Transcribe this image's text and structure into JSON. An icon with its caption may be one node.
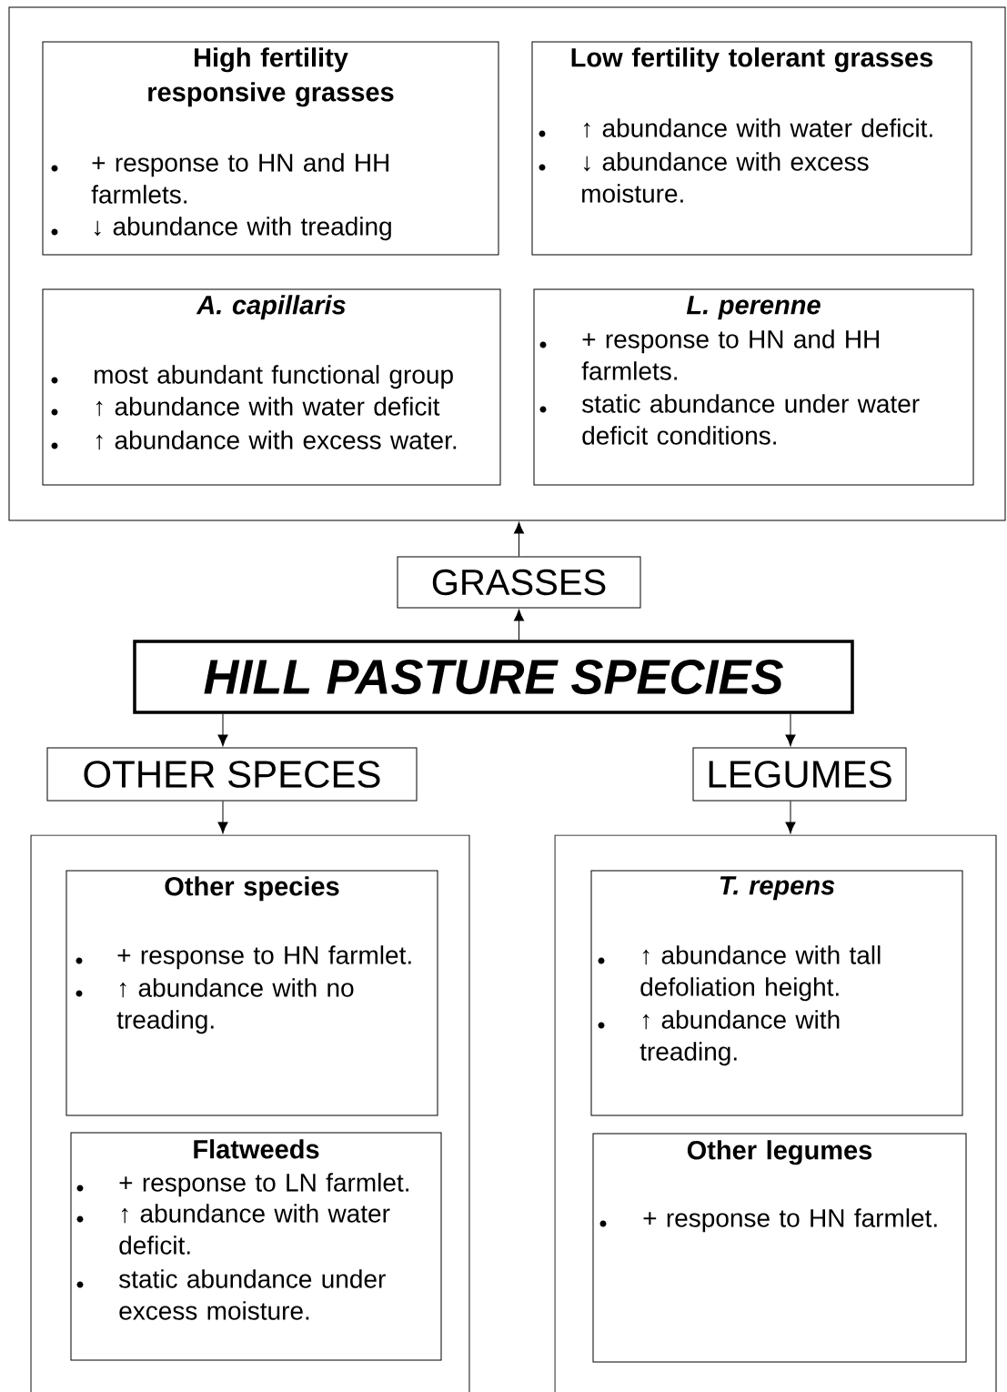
{
  "diagram": {
    "nodes": [
      {
        "text": [],
        "shape": "box"
      },
      {
        "text": [
          "High fertility responsive grasses",
          "+ response to HN and HH farmlets.",
          "↓ abundance with treading"
        ],
        "in": 0
      },
      {
        "text": [
          "Low fertility tolerant grasses",
          "↑ abundance with water deficit.",
          "↓ abundance with excess moisture."
        ],
        "in": 0
      },
      {
        "text": [
          "A. capillaris",
          "most abundant functional group",
          "↑ abundance with water deficit",
          "↑ abundance with excess water."
        ],
        "in": 0
      },
      {
        "text": [
          "L. perenne",
          "+ response to HN and HH farmlets.",
          "static abundance under water deficit conditions."
        ],
        "in": 0
      },
      {
        "text": [
          "GRASSES"
        ]
      },
      {
        "text": [
          "HILL PASTURE SPECIES"
        ]
      },
      {
        "text": [
          "OTHER SPECES"
        ]
      },
      {
        "text": [
          "LEGUMES"
        ]
      },
      {
        "text": [],
        "shape": "box"
      },
      {
        "text": [
          "Other species",
          "+ response to HN farmlet.",
          "↑ abundance with no treading."
        ],
        "in": 9
      },
      {
        "text": [
          "Flatweeds",
          "+ response to LN farmlet.",
          "↑ abundance with water deficit.",
          "static abundance under excess moisture."
        ],
        "in": 9
      },
      {
        "text": [],
        "shape": "box"
      },
      {
        "text": [
          "T.  repens",
          "↑ abundance with tall defoliation height.",
          "↑ abundance with treading."
        ],
        "in": 12
      },
      {
        "text": [
          "Other legumes",
          "+ response to HN farmlet."
        ],
        "in": 12
      }
    ],
    "edges": [
      {
        "from": 6,
        "to": 5,
        "arrow": "to"
      },
      {
        "from": 5,
        "to": 0,
        "arrow": "to"
      },
      {
        "from": 6,
        "to": 7,
        "arrow": "to"
      },
      {
        "from": 6,
        "to": 8,
        "arrow": "to"
      },
      {
        "from": 7,
        "to": 9,
        "arrow": "to"
      },
      {
        "from": 8,
        "to": 12,
        "arrow": "to"
      }
    ]
  }
}
